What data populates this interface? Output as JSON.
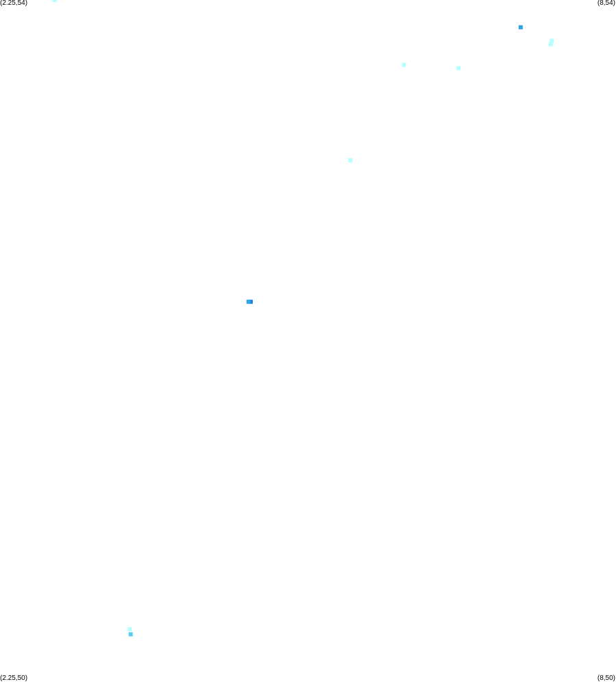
{
  "map": {
    "corner_labels": {
      "top_left": "(2.25,54)",
      "top_right": "(8,54)",
      "bottom_left": "(2.25,50)",
      "bottom_right": "(8,50)"
    },
    "extent": {
      "lon_min": 2.25,
      "lon_max": 8,
      "lat_min": 50,
      "lat_max": 54
    },
    "marker_colors": {
      "light_cyan": "#b3ffff",
      "cyan": "#8ef3ff",
      "sky": "#5bcbf0",
      "blue": "#2ea3e8",
      "dark_blue": "#1a7fd8"
    },
    "points": [
      {
        "lon": 2.76,
        "lat": 54.0,
        "color": "#b3ffff"
      },
      {
        "lon": 7.11,
        "lat": 53.84,
        "color": "#2ea3e8"
      },
      {
        "lon": 7.4,
        "lat": 53.76,
        "color": "#b3ffff"
      },
      {
        "lon": 7.39,
        "lat": 53.74,
        "color": "#b3ffff"
      },
      {
        "lon": 6.02,
        "lat": 53.62,
        "color": "#b3ffff"
      },
      {
        "lon": 6.53,
        "lat": 53.6,
        "color": "#b3ffff"
      },
      {
        "lon": 5.52,
        "lat": 53.06,
        "color": "#b3ffff"
      },
      {
        "lon": 4.59,
        "lat": 52.23,
        "color": "#1a7fd8"
      },
      {
        "lon": 4.57,
        "lat": 52.23,
        "color": "#2ea3e8"
      },
      {
        "lon": 3.46,
        "lat": 50.31,
        "color": "#b3ffff"
      },
      {
        "lon": 3.47,
        "lat": 50.28,
        "color": "#5bcbf0"
      }
    ]
  }
}
